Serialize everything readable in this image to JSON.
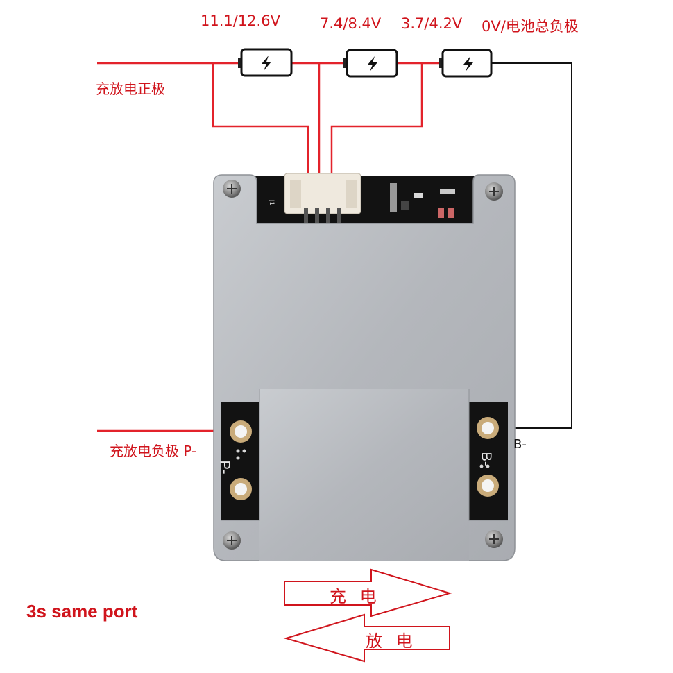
{
  "labels": {
    "v_total": "11.1/12.6V",
    "v_cell2": "7.4/8.4V",
    "v_cell1": "3.7/4.2V",
    "v_zero": "0V/电池总负极",
    "pos_terminal": "充放电正极",
    "neg_terminal": "充放电负极  P-",
    "b_minus": "B-"
  },
  "board": {
    "silk_p": "P-",
    "silk_b": "B-",
    "silk_j": "J1"
  },
  "arrows": {
    "charge": "充 电",
    "discharge": "放 电"
  },
  "footer": {
    "title": "3s same port"
  },
  "colors": {
    "wire_red": "#e3232b",
    "wire_black": "#111111",
    "text_red": "#d0141c",
    "aluminum": "#b9bcc1"
  }
}
